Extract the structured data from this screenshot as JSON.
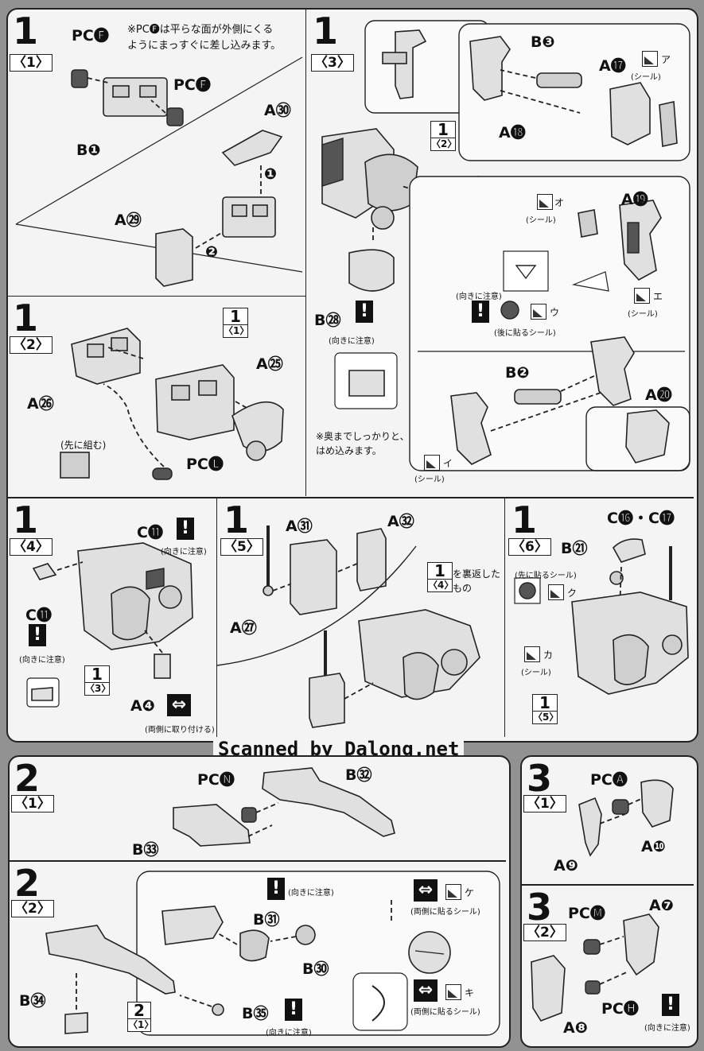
{
  "watermark": "Scanned by Dalong.net",
  "steps": {
    "s1_1": {
      "num": "1",
      "sub": "〈1〉",
      "note": "※PC🅕は平らな面が外側にくる\nようにまっすぐに差し込みます。",
      "labels": [
        "PC🅕",
        "PC🅕",
        "B❶",
        "A㉚",
        "A㉙"
      ],
      "order": [
        "❶",
        "❷"
      ]
    },
    "s1_2": {
      "num": "1",
      "sub": "〈2〉",
      "ref": {
        "n": "1",
        "s": "〈1〉"
      },
      "labels": [
        "A㉖",
        "A㉕",
        "PC🅛"
      ],
      "note": "(先に組む)"
    },
    "s1_3": {
      "num": "1",
      "sub": "〈3〉",
      "ref": {
        "n": "1",
        "s": "〈2〉"
      },
      "labels": [
        "B❸",
        "A⓱",
        "A⓲",
        "A⓳",
        "B㉘",
        "B❷",
        "A⓴"
      ],
      "stickers": [
        "ア",
        "オ",
        "ウ",
        "エ",
        "イ"
      ],
      "seal": "(シール)",
      "caution": "(向きに注意)",
      "after": "(後に貼るシール)",
      "note": "※奥までしっかりと、\nはめ込みます。"
    },
    "s1_4": {
      "num": "1",
      "sub": "〈4〉",
      "ref": {
        "n": "1",
        "s": "〈3〉"
      },
      "labels": [
        "C⓫",
        "C⓫",
        "A❹"
      ],
      "caution": "(向きに注意)",
      "both": "(両側に取り付ける)"
    },
    "s1_5": {
      "num": "1",
      "sub": "〈5〉",
      "ref": {
        "n": "1",
        "s": "〈4〉"
      },
      "labels": [
        "A㉛",
        "A㉜",
        "A㉗"
      ],
      "note": "を裏返した\nもの"
    },
    "s1_6": {
      "num": "1",
      "sub": "〈6〉",
      "ref": {
        "n": "1",
        "s": "〈5〉"
      },
      "labels": [
        "C⓰・C⓱",
        "B㉑"
      ],
      "stickers": [
        "ク",
        "カ"
      ],
      "first": "(先に貼るシール)",
      "seal": "(シール)"
    },
    "s2_1": {
      "num": "2",
      "sub": "〈1〉",
      "labels": [
        "PC🅝",
        "B㉜",
        "B㉝"
      ]
    },
    "s2_2": {
      "num": "2",
      "sub": "〈2〉",
      "ref": {
        "n": "2",
        "s": "〈1〉"
      },
      "labels": [
        "B㉛",
        "B㉚",
        "B㉞",
        "B㉟"
      ],
      "stickers": [
        "ケ",
        "キ"
      ],
      "caution": "(向きに注意)",
      "both": "(両側に貼るシール)"
    },
    "s3_1": {
      "num": "3",
      "sub": "〈1〉",
      "labels": [
        "PC🅐",
        "A❿",
        "A❾"
      ]
    },
    "s3_2": {
      "num": "3",
      "sub": "〈2〉",
      "labels": [
        "A❼",
        "PC🅜",
        "PC🅗",
        "A❽"
      ],
      "caution": "(向きに注意)"
    }
  }
}
